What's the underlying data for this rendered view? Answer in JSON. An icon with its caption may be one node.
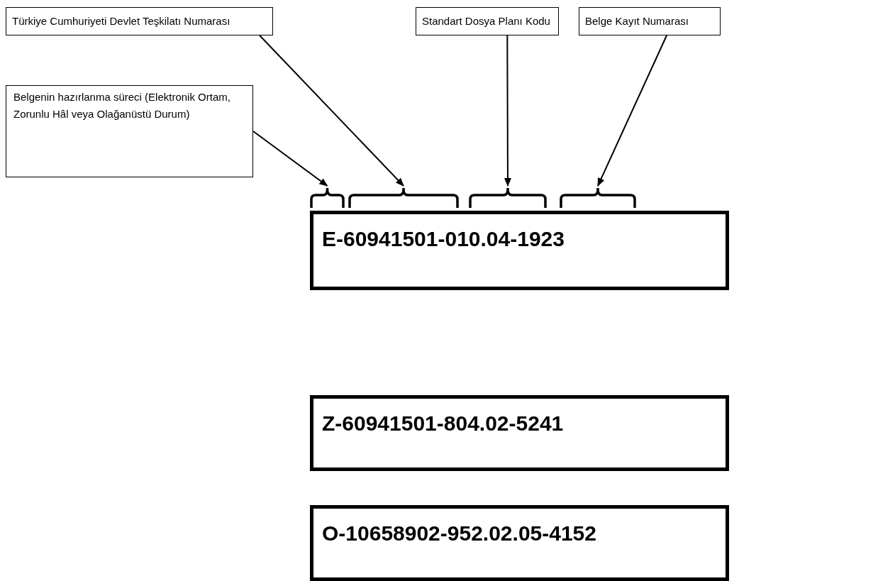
{
  "diagram": {
    "nodes": [
      {
        "text": [
          "Türkiye Cumhuriyeti Devlet Teşkilatı Numarası"
        ]
      },
      {
        "text": [
          "Standart Dosya Planı Kodu"
        ]
      },
      {
        "text": [
          "Belge Kayıt Numarası"
        ]
      },
      {
        "text": [
          "Belgenin hazırlanma süreci (Elektronik Ortam, Zorunlu Hâl veya Olağanüstü Durum)"
        ]
      },
      {
        "text": [],
        "shape": "brace"
      },
      {
        "text": [],
        "shape": "brace"
      },
      {
        "text": [],
        "shape": "brace"
      },
      {
        "text": [],
        "shape": "brace"
      },
      {
        "text": [
          "E-60941501-010.04-1923"
        ]
      },
      {
        "text": [
          "Z-60941501-804.02-5241"
        ]
      },
      {
        "text": [
          "O-10658902-952.02.05-4152"
        ]
      }
    ],
    "edges": [
      {
        "from": 3,
        "to": 4,
        "arrow": "to"
      },
      {
        "from": 0,
        "to": 5,
        "arrow": "to"
      },
      {
        "from": 1,
        "to": 6,
        "arrow": "to"
      },
      {
        "from": 2,
        "to": 7,
        "arrow": "to"
      }
    ]
  }
}
